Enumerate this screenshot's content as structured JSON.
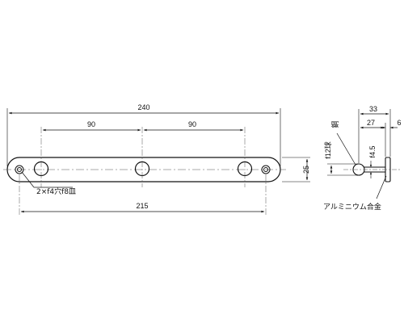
{
  "drawing": {
    "front_view": {
      "overall_length": "240",
      "pitch_left": "90",
      "pitch_right": "90",
      "mount_pitch": "215",
      "height": "25",
      "hole_note": "2×f4穴f8皿"
    },
    "side_view": {
      "width_total": "33",
      "width_shaft": "27",
      "flange": "6",
      "ball_dia": "f12球",
      "shaft_dia": "f4.5",
      "material_ball": "鋼",
      "material_body": "アルミニウム合金"
    }
  }
}
